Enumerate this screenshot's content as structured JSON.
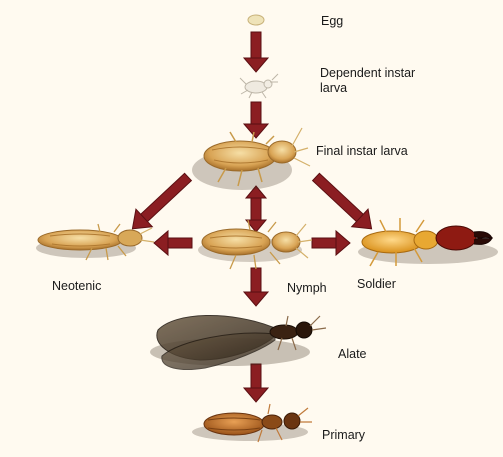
{
  "diagram": {
    "labels": {
      "egg": "Egg",
      "dependent_larva": "Dependent instar larva",
      "final_larva": "Final instar larva",
      "neotenic": "Neotenic",
      "nymph": "Nymph",
      "soldier": "Soldier",
      "alate": "Alate",
      "primary": "Primary"
    },
    "colors": {
      "arrow": "#8b1e22",
      "arrow_edge": "#5a0f12",
      "background": "#fffaf0",
      "body_light": "#e8c27a",
      "body_dark": "#b97a2c",
      "soldier_head": "#8e1a12",
      "wing": "#4a3a2a",
      "primary_body": "#c8742a"
    }
  }
}
